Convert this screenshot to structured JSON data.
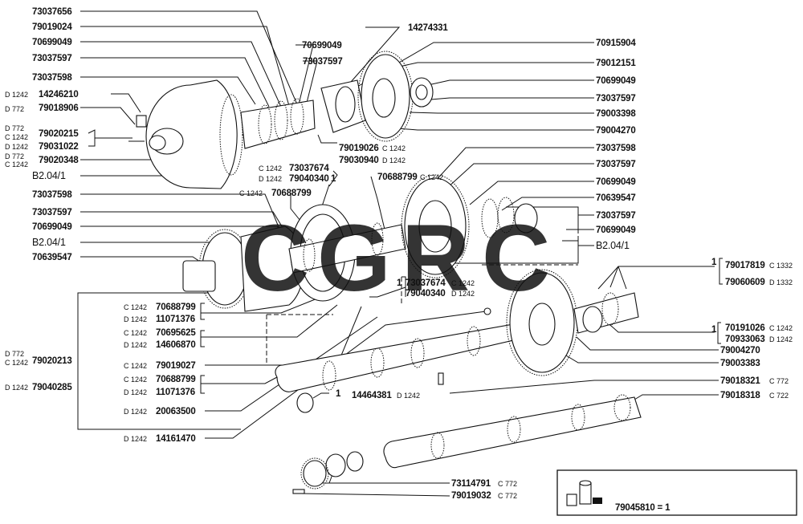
{
  "diagram": {
    "left_labels": [
      {
        "id": "l1",
        "text": "73037656"
      },
      {
        "id": "l2",
        "text": "79019024"
      },
      {
        "id": "l3",
        "text": "70699049"
      },
      {
        "id": "l4",
        "text": "73037597"
      },
      {
        "id": "l5",
        "text": "73037598"
      },
      {
        "id": "l6",
        "text": "14246210",
        "model": "D 1242"
      },
      {
        "id": "l7",
        "text": "79018906",
        "model": "D 772"
      },
      {
        "id": "l8",
        "text": "79020215",
        "model": "D 772"
      },
      {
        "id": "l9",
        "text": "79031022",
        "model": "C 1242"
      },
      {
        "id": "l9b",
        "text": "",
        "model": "D 1242"
      },
      {
        "id": "l10",
        "text": "79020348",
        "model": "D 772"
      },
      {
        "id": "l10b",
        "text": "",
        "model": "C 1242"
      },
      {
        "id": "l11",
        "text": "B2.04/1"
      },
      {
        "id": "l12",
        "text": "73037598"
      },
      {
        "id": "l13",
        "text": "73037597"
      },
      {
        "id": "l14",
        "text": "70699049"
      },
      {
        "id": "l15",
        "text": "B2.04/1"
      },
      {
        "id": "l16",
        "text": "70639547"
      }
    ],
    "top_labels": [
      {
        "id": "t1",
        "text": "70699049"
      },
      {
        "id": "t2",
        "text": "73037597"
      },
      {
        "id": "t3",
        "text": "14274331"
      }
    ],
    "center_labels": [
      {
        "id": "c1",
        "text": "79019026",
        "model": "C 1242"
      },
      {
        "id": "c2",
        "text": "79030940",
        "model": "D 1242"
      },
      {
        "id": "c3",
        "text": "73037674",
        "model": "C 1242"
      },
      {
        "id": "c4",
        "text": "79040340",
        "model": "D 1242",
        "suffix": "1"
      },
      {
        "id": "c5",
        "text": "70688799",
        "model": "C 1242"
      },
      {
        "id": "c6",
        "text": "70688799",
        "model": "C 1242"
      },
      {
        "id": "c7",
        "text": "73037674",
        "model": "C 1242",
        "prefix": "1"
      },
      {
        "id": "c8",
        "text": "79040340",
        "model": "D 1242"
      }
    ],
    "right_labels": [
      {
        "id": "r1",
        "text": "70915904"
      },
      {
        "id": "r2",
        "text": "79012151"
      },
      {
        "id": "r3",
        "text": "70699049"
      },
      {
        "id": "r4",
        "text": "73037597"
      },
      {
        "id": "r5",
        "text": "79003398"
      },
      {
        "id": "r6",
        "text": "79004270"
      },
      {
        "id": "r7",
        "text": "73037598"
      },
      {
        "id": "r8",
        "text": "73037597"
      },
      {
        "id": "r9",
        "text": "70699049"
      },
      {
        "id": "r10",
        "text": "70639547"
      },
      {
        "id": "r11",
        "text": "73037597"
      },
      {
        "id": "r12",
        "text": "70699049"
      },
      {
        "id": "r13",
        "text": "B2.04/1"
      }
    ],
    "right_lower": [
      {
        "id": "rl1",
        "text": "79017819",
        "model": "C 1332",
        "prefix": "1"
      },
      {
        "id": "rl2",
        "text": "79060609",
        "model": "D 1332"
      },
      {
        "id": "rl3",
        "text": "70191026",
        "model": "C 1242",
        "prefix": "1"
      },
      {
        "id": "rl4",
        "text": "70933063",
        "model": "D 1242"
      },
      {
        "id": "rl5",
        "text": "79004270"
      },
      {
        "id": "rl6",
        "text": "79003383"
      },
      {
        "id": "rl7",
        "text": "79018321",
        "model": "C 772"
      },
      {
        "id": "rl8",
        "text": "79018318",
        "model": "C 722"
      }
    ],
    "lower_left_pairs": [
      {
        "id": "p1a",
        "text": "70688799",
        "model": "C 1242"
      },
      {
        "id": "p1b",
        "text": "11071376",
        "model": "D 1242"
      },
      {
        "id": "p2a",
        "text": "70695625",
        "model": "C 1242"
      },
      {
        "id": "p2b",
        "text": "14606870",
        "model": "D 1242"
      },
      {
        "id": "p3",
        "text": "79019027",
        "model": "C 1242"
      },
      {
        "id": "p4a",
        "text": "70688799",
        "model": "C 1242"
      },
      {
        "id": "p4b",
        "text": "11071376",
        "model": "D 1242"
      },
      {
        "id": "p5",
        "text": "20063500",
        "model": "D 1242"
      },
      {
        "id": "p6",
        "text": "14161470",
        "model": "D 1242"
      }
    ],
    "group_left": [
      {
        "id": "g1",
        "text": "79020213",
        "model_top": "D 772",
        "model": "C 1242"
      },
      {
        "id": "g2",
        "text": "79040285",
        "model": "D 1242"
      }
    ],
    "misc": [
      {
        "id": "m1",
        "text": "14464381",
        "model": "D 1242",
        "prefix": "1"
      },
      {
        "id": "m2",
        "text": "73114791",
        "model": "C 772"
      },
      {
        "id": "m3",
        "text": "79019032",
        "model": "C 772"
      }
    ],
    "inset": {
      "text": "79045810 = 1"
    },
    "watermark": {
      "letters": [
        "C",
        "G",
        "R",
        "C"
      ],
      "colors": [
        "#4a7bd8",
        "#e8493a",
        "#f2c230",
        "#3aa35b"
      ]
    }
  }
}
